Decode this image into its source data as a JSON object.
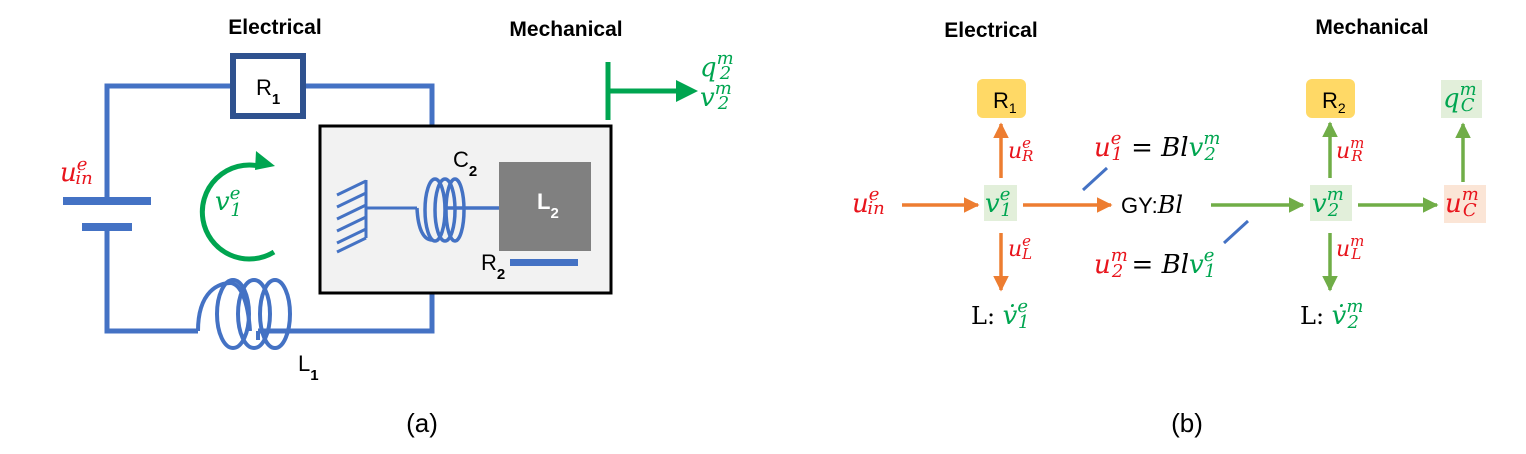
{
  "panel_a": {
    "title_electrical": "Electrical",
    "title_mechanical": "Mechanical",
    "caption": "(a)",
    "resistor_1": {
      "main": "R",
      "sub": "1"
    },
    "inductor_1": {
      "main": "L",
      "sub": "1"
    },
    "spring_c2": {
      "main": "C",
      "sub": "2"
    },
    "mass_l2": {
      "main": "L",
      "sub": "2"
    },
    "damper_r2": {
      "main": "R",
      "sub": "2"
    },
    "source_label": {
      "main": "u",
      "sup": "e",
      "sub": "in"
    },
    "loop_label": {
      "main": "v",
      "sup": "e",
      "sub": "1"
    },
    "output_q": {
      "main": "q",
      "sup": "m",
      "sub": "2"
    },
    "output_v": {
      "main": "v",
      "sup": "m",
      "sub": "2"
    }
  },
  "panel_b": {
    "title_electrical": "Electrical",
    "title_mechanical": "Mechanical",
    "caption": "(b)",
    "nodes": {
      "u_in": {
        "main": "u",
        "sup": "e",
        "sub": "in"
      },
      "v1": {
        "main": "v",
        "sup": "e",
        "sub": "1"
      },
      "r1": {
        "main": "R",
        "sub": "1"
      },
      "l1_prefix": "L: ",
      "l1": {
        "main": "v̇",
        "sup": "e",
        "sub": "1"
      },
      "gy_prefix": "GY:",
      "gy_param": "Bl",
      "v2": {
        "main": "v",
        "sup": "m",
        "sub": "2"
      },
      "r2": {
        "main": "R",
        "sub": "2"
      },
      "l2_prefix": "L: ",
      "l2": {
        "main": "v̇",
        "sup": "m",
        "sub": "2"
      },
      "uc": {
        "main": "u",
        "sup": "m",
        "sub": "C"
      },
      "qc": {
        "main": "q",
        "sup": "m",
        "sub": "C"
      }
    },
    "edge_labels": {
      "u_r_e": {
        "main": "u",
        "sup": "e",
        "sub": "R"
      },
      "u_l_e": {
        "main": "u",
        "sup": "e",
        "sub": "L"
      },
      "u_r_m": {
        "main": "u",
        "sup": "m",
        "sub": "R"
      },
      "u_l_m": {
        "main": "u",
        "sup": "m",
        "sub": "L"
      }
    },
    "equations": {
      "eq1_lhs": {
        "main": "u",
        "sup": "e",
        "sub": "1"
      },
      "eq1_mid": " = Bl",
      "eq1_rhs": {
        "main": "v",
        "sup": "m",
        "sub": "2"
      },
      "eq2_lhs": {
        "main": "u",
        "sup": "m",
        "sub": "2"
      },
      "eq2_mid": " = Bl",
      "eq2_rhs": {
        "main": "v",
        "sup": "e",
        "sub": "1"
      }
    }
  },
  "colors": {
    "wire_blue": "#4472c4",
    "resistor_border": "#2f528f",
    "effort_red": "#e8141c",
    "flow_green": "#00a550",
    "electrical_arrow": "#ed7d31",
    "mechanical_arrow": "#70ad47",
    "resistor_fill": "#ffd966",
    "flow_node_fill": "#e2efda",
    "effort_node_fill": "#fbe5d6",
    "mass_fill": "#808080",
    "box_fill": "#f2f2f2"
  }
}
